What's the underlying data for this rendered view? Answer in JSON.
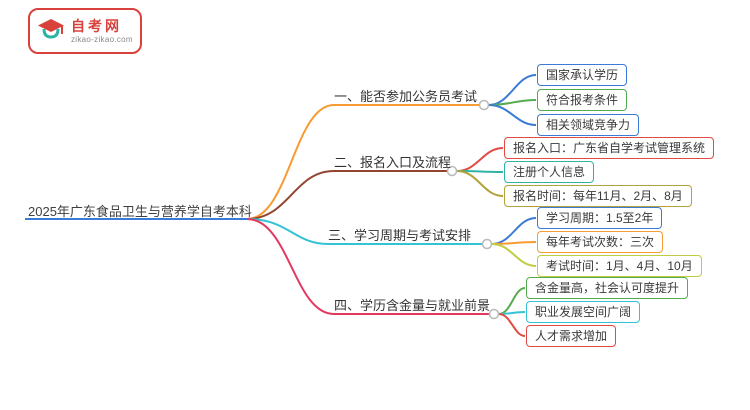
{
  "logo": {
    "title": "自考网",
    "subtitle": "zikao-zikao.com",
    "accent_color": "#d9423c",
    "icon_accent_color": "#2bb3a6"
  },
  "root": {
    "label": "2025年广东食品卫生与营养学自考本科",
    "underline_color": "#3a7bd5"
  },
  "branches": [
    {
      "label": "一、能否参加公务员考试",
      "color": "#f79b32",
      "children": [
        {
          "label": "国家承认学历",
          "color": "#3a7bd5"
        },
        {
          "label": "符合报考条件",
          "color": "#55ab4f"
        },
        {
          "label": "相关领域竞争力",
          "color": "#3a7bd5"
        }
      ]
    },
    {
      "label": "二、报名入口及流程",
      "color": "#94452f",
      "children": [
        {
          "label": "报名入口：广东省自学考试管理系统",
          "color": "#e04b43"
        },
        {
          "label": "注册个人信息",
          "color": "#2fb3a6"
        },
        {
          "label": "报名时间：每年11月、2月、8月",
          "color": "#b3a239"
        }
      ]
    },
    {
      "label": "三、学习周期与考试安排",
      "color": "#33c3d4",
      "children": [
        {
          "label": "学习周期：1.5至2年",
          "color": "#3a7bd5"
        },
        {
          "label": "每年考试次数：三次",
          "color": "#f79b32"
        },
        {
          "label": "考试时间：1月、4月、10月",
          "color": "#c0cc41"
        }
      ]
    },
    {
      "label": "四、学历含金量与就业前景",
      "color": "#e23a5f",
      "children": [
        {
          "label": "含金量高，社会认可度提升",
          "color": "#55ab4f"
        },
        {
          "label": "职业发展空间广阔",
          "color": "#33c3d4"
        },
        {
          "label": "人才需求增加",
          "color": "#e04b43"
        }
      ]
    }
  ]
}
